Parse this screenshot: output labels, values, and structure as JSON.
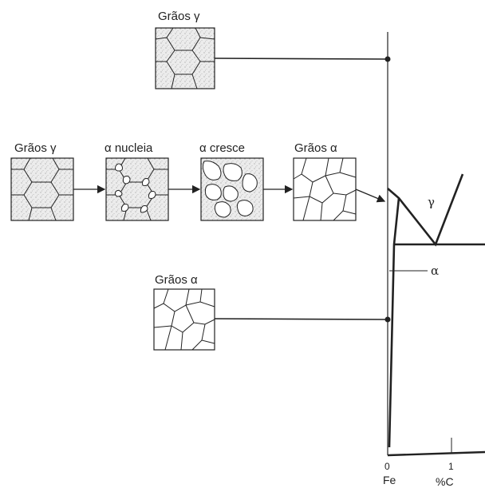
{
  "colors": {
    "ink": "#222222",
    "austenite_fill": "#e4e4e4",
    "ferrite_fill": "#ffffff",
    "background": "#ffffff"
  },
  "top_sample": {
    "label": "Grãos γ"
  },
  "sequence": [
    {
      "label": "Grãos γ",
      "structure": "austenite-grains"
    },
    {
      "label": "α nucleia",
      "structure": "alpha-nucleating"
    },
    {
      "label": "α cresce",
      "structure": "alpha-growing"
    },
    {
      "label": "Grãos α",
      "structure": "ferrite-grains"
    }
  ],
  "bottom_sample": {
    "label": "Grãos α"
  },
  "phase_diagram": {
    "gamma_label": "γ",
    "alpha_label": "α",
    "x_ticks": [
      "0",
      "1"
    ],
    "x_element": "Fe",
    "x_unit": "%C"
  }
}
